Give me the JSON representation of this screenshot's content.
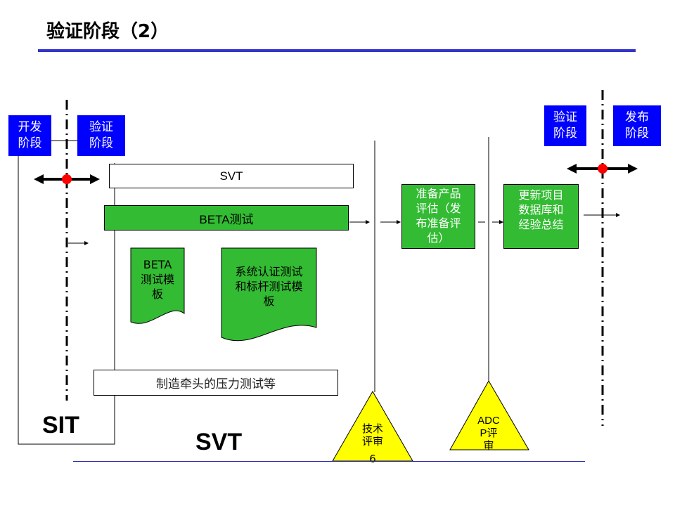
{
  "title": "验证阶段（2）",
  "colors": {
    "title_rule": "#3333cc",
    "blue_box": "#0000ff",
    "green": "#33bb33",
    "yellow": "#ffff00",
    "marker_red": "#ff0000",
    "bottom_rule": "#2222aa"
  },
  "phase_boxes": {
    "dev_left": "开发\n阶段",
    "verify_left": "验证\n阶段",
    "verify_right": "验证\n阶段",
    "release_right": "发布\n阶段"
  },
  "bars": {
    "svt": "SVT",
    "beta_test": "BETA测试",
    "manufacturing": "制造牵头的压力测试等"
  },
  "documents": {
    "beta_template": "BETA\n测试模\n板",
    "system_cert": "系统认证测试\n和标杆测试模\n板"
  },
  "process_boxes": {
    "prepare_eval": "准备产品\n评估（发\n布准备评\n估）",
    "update_db": "更新项目\n数据库和\n经验总结"
  },
  "region_labels": {
    "sit": "SIT",
    "svt": "SVT"
  },
  "reviews": {
    "tech_review": "技术\n评审",
    "tech_review_num": "6",
    "adcp_review": "ADC\nP评\n审"
  }
}
